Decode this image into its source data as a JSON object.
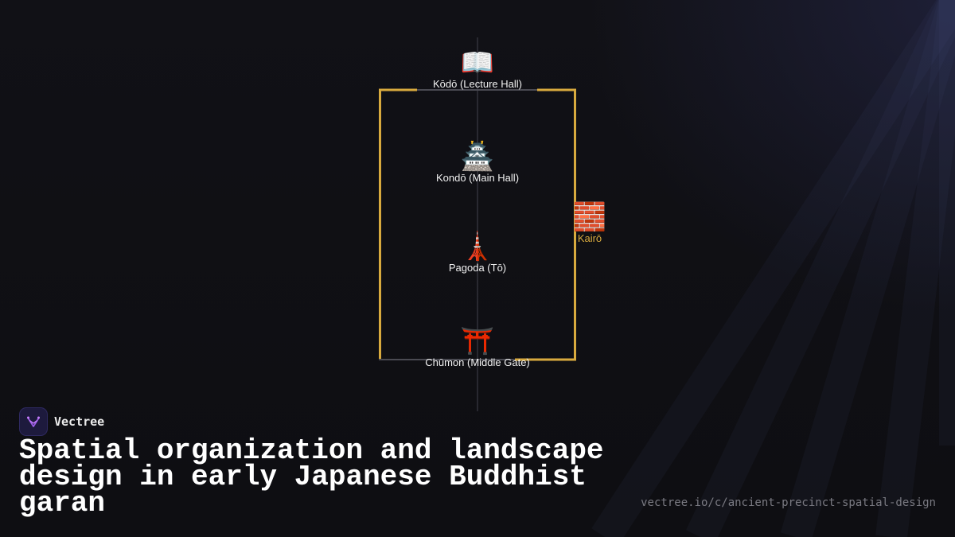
{
  "diagram": {
    "nodes": {
      "kodo": {
        "emoji": "📖",
        "label": "Kōdō (Lecture Hall)"
      },
      "kondo": {
        "emoji": "🏯",
        "label": "Kondō (Main Hall)"
      },
      "pagoda": {
        "emoji": "🗼",
        "label": "Pagoda (Tō)"
      },
      "chumon": {
        "emoji": "⛩️",
        "label": "Chūmon (Middle Gate)"
      },
      "kairo": {
        "emoji": "🧱",
        "label": "Kairō"
      }
    },
    "colors": {
      "corridor": "#d8aa3e",
      "axis": "#3a3a44",
      "gap": "#4a4a52"
    }
  },
  "brand": {
    "name": "Vectree",
    "logo_icon": "vectree-logo-icon"
  },
  "title": "Spatial organization and landscape design in early Japanese Buddhist garan",
  "url": "vectree.io/c/ancient-precinct-spatial-design"
}
